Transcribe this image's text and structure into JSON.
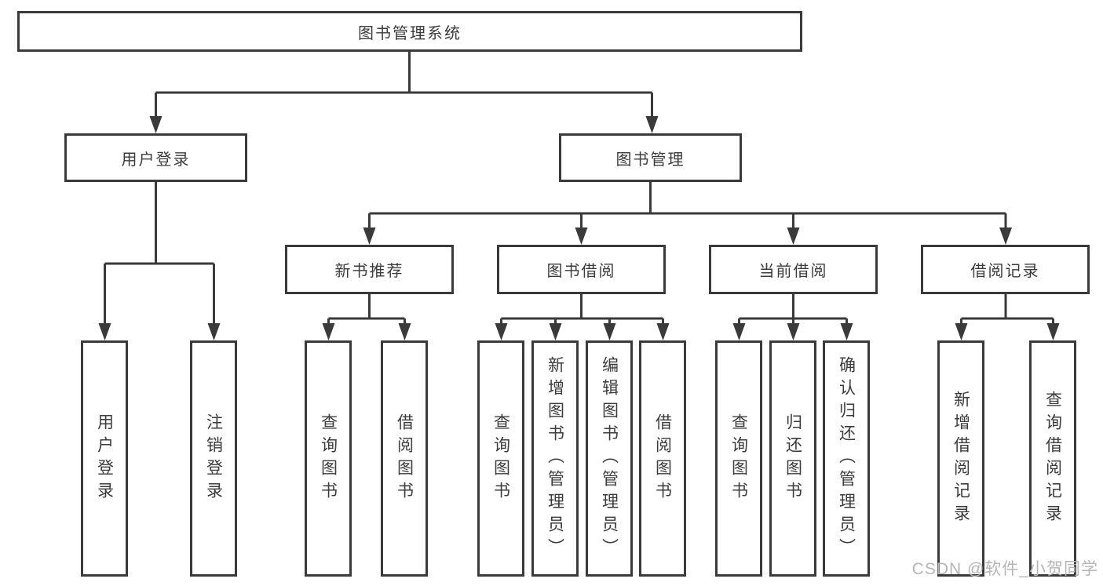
{
  "tree": {
    "root": "图书管理系统",
    "level2": [
      "用户登录",
      "图书管理"
    ],
    "level3": [
      "新书推荐",
      "图书借阅",
      "当前借阅",
      "借阅记录"
    ],
    "leaves_user_login": [
      "用户登录",
      "注销登录"
    ],
    "leaves_new_books": [
      "查询图书",
      "借阅图书"
    ],
    "leaves_book_borrow": [
      "查询图书",
      "新增图书（管理员）",
      "编辑图书（管理员）",
      "借阅图书"
    ],
    "leaves_current_borrow": [
      "查询图书",
      "归还图书",
      "确认归还（管理员）"
    ],
    "leaves_borrow_records": [
      "新增借阅记录",
      "查询借阅记录"
    ]
  },
  "watermark": "CSDN @软件_小贺同学",
  "colors": {
    "line": "#3a3a3a",
    "text": "#3b3b3b",
    "watermark": "#b5b5b5",
    "background": "#ffffff"
  }
}
